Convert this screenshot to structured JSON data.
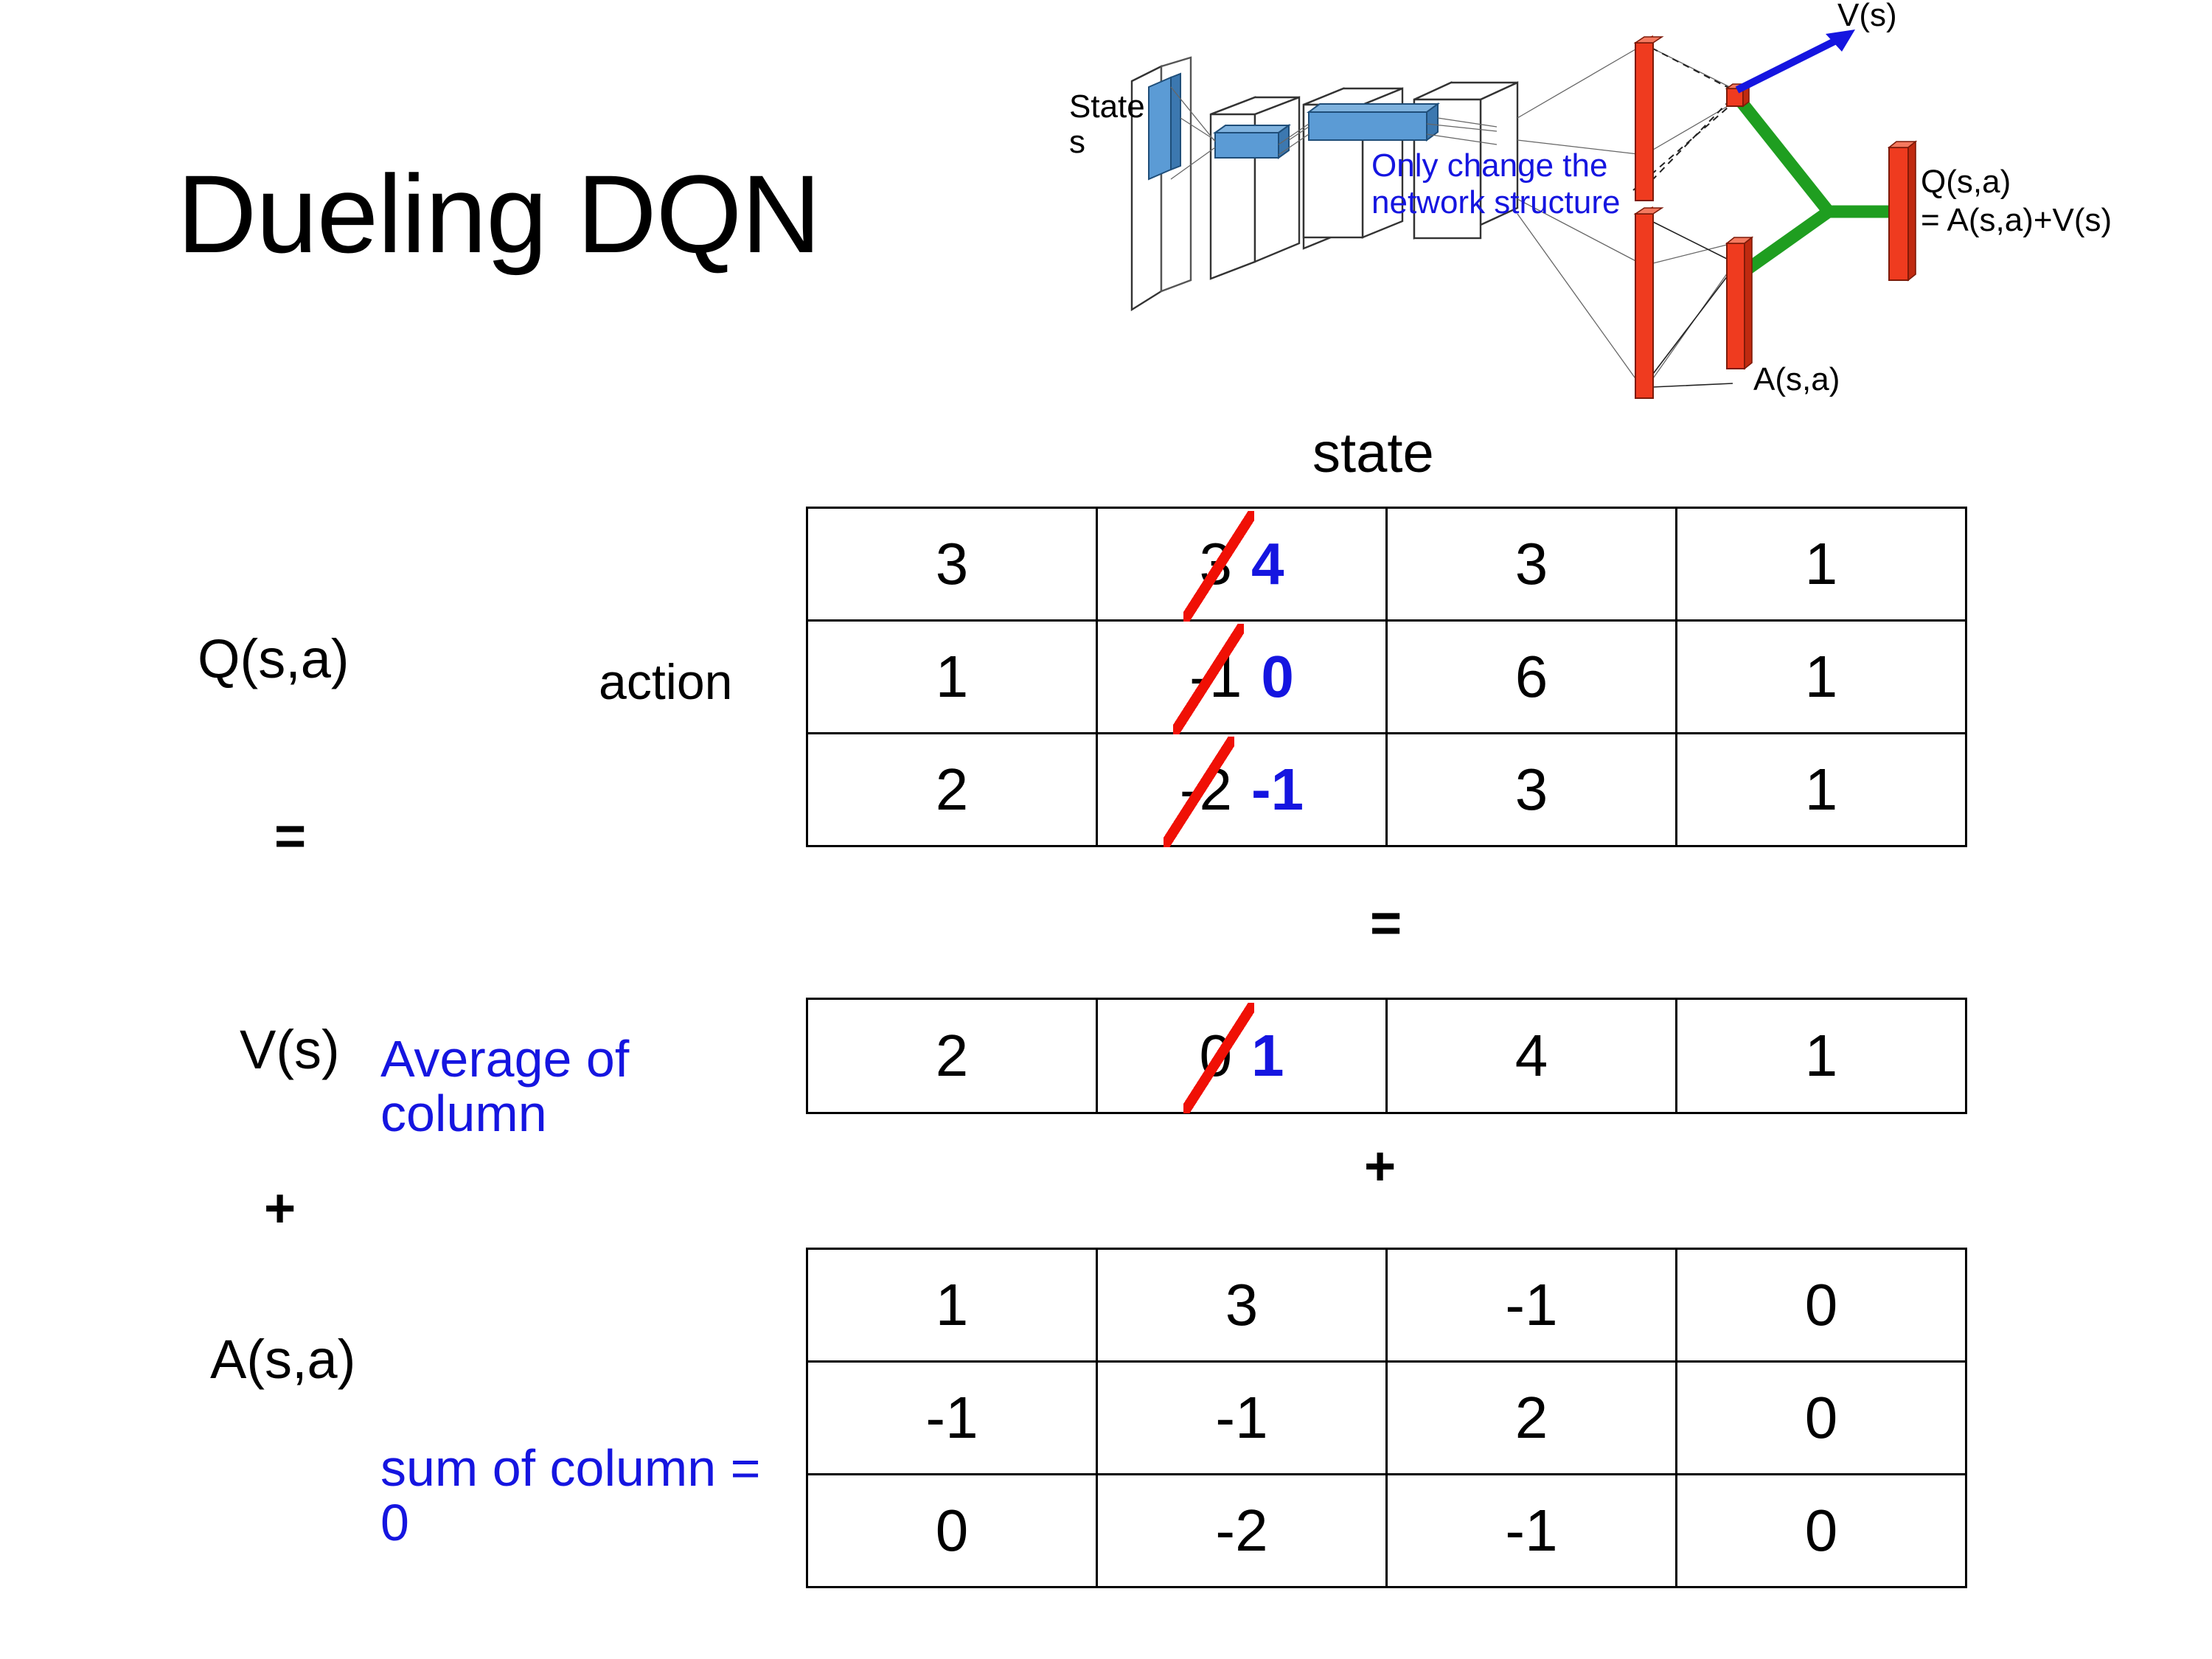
{
  "slide": {
    "title": "Dueling DQN",
    "background": "#ffffff"
  },
  "colors": {
    "accent_blue": "#1515e0",
    "strike_red": "#f01005",
    "bar_red": "#ef3b1f",
    "bar_blue": "#5b9bd5",
    "link_green": "#1f9e20",
    "text_black": "#000000"
  },
  "diagram": {
    "input_label_line1": "State",
    "input_label_line2": "s",
    "note": "Only change the\nnetwork structure",
    "note_line1": "Only change the",
    "note_line2": "network structure",
    "value_head_label": "V(s)",
    "advantage_head_label": "A(s,a)",
    "output_label_line1": "Q(s,a)",
    "output_label_line2": "= A(s,a)+V(s)"
  },
  "labels": {
    "q": "Q(s,a)",
    "equals1": "=",
    "v": "V(s)",
    "plus1": "+",
    "a": "A(s,a)",
    "action_axis": "action",
    "state_axis": "state",
    "note_average": "Average of column",
    "note_sum": "sum of column = 0",
    "between_equals": "=",
    "between_plus": "+"
  },
  "chart_data": {
    "type": "table",
    "title": "Dueling DQN decomposition Q(s,a) = V(s) + A(s,a)",
    "xlabel": "state",
    "ylabel": "action",
    "tables": [
      {
        "name": "Q(s,a)",
        "rows": 3,
        "cols": 4,
        "values": [
          [
            3,
            3,
            3,
            1
          ],
          [
            1,
            -1,
            6,
            1
          ],
          [
            2,
            -2,
            3,
            1
          ]
        ],
        "edited_column": 1,
        "edited_values": [
          4,
          0,
          -1
        ],
        "display": [
          [
            "3",
            "3",
            "3",
            "1"
          ],
          [
            "1",
            "-1",
            "6",
            "1"
          ],
          [
            "2",
            "-2",
            "3",
            "1"
          ]
        ],
        "display_new": [
          "4",
          "0",
          "-1"
        ]
      },
      {
        "name": "V(s)",
        "rows": 1,
        "cols": 4,
        "values": [
          [
            2,
            0,
            4,
            1
          ]
        ],
        "edited_column": 1,
        "edited_values": [
          1
        ],
        "display": [
          [
            "2",
            "0",
            "4",
            "1"
          ]
        ],
        "display_new": [
          "1"
        ]
      },
      {
        "name": "A(s,a)",
        "rows": 3,
        "cols": 4,
        "values": [
          [
            1,
            3,
            -1,
            0
          ],
          [
            -1,
            -1,
            2,
            0
          ],
          [
            0,
            -2,
            -1,
            0
          ]
        ],
        "display": [
          [
            "1",
            "3",
            "-1",
            "0"
          ],
          [
            "-1",
            "-1",
            "2",
            "0"
          ],
          [
            "0",
            "-2",
            "-1",
            "0"
          ]
        ]
      }
    ]
  }
}
